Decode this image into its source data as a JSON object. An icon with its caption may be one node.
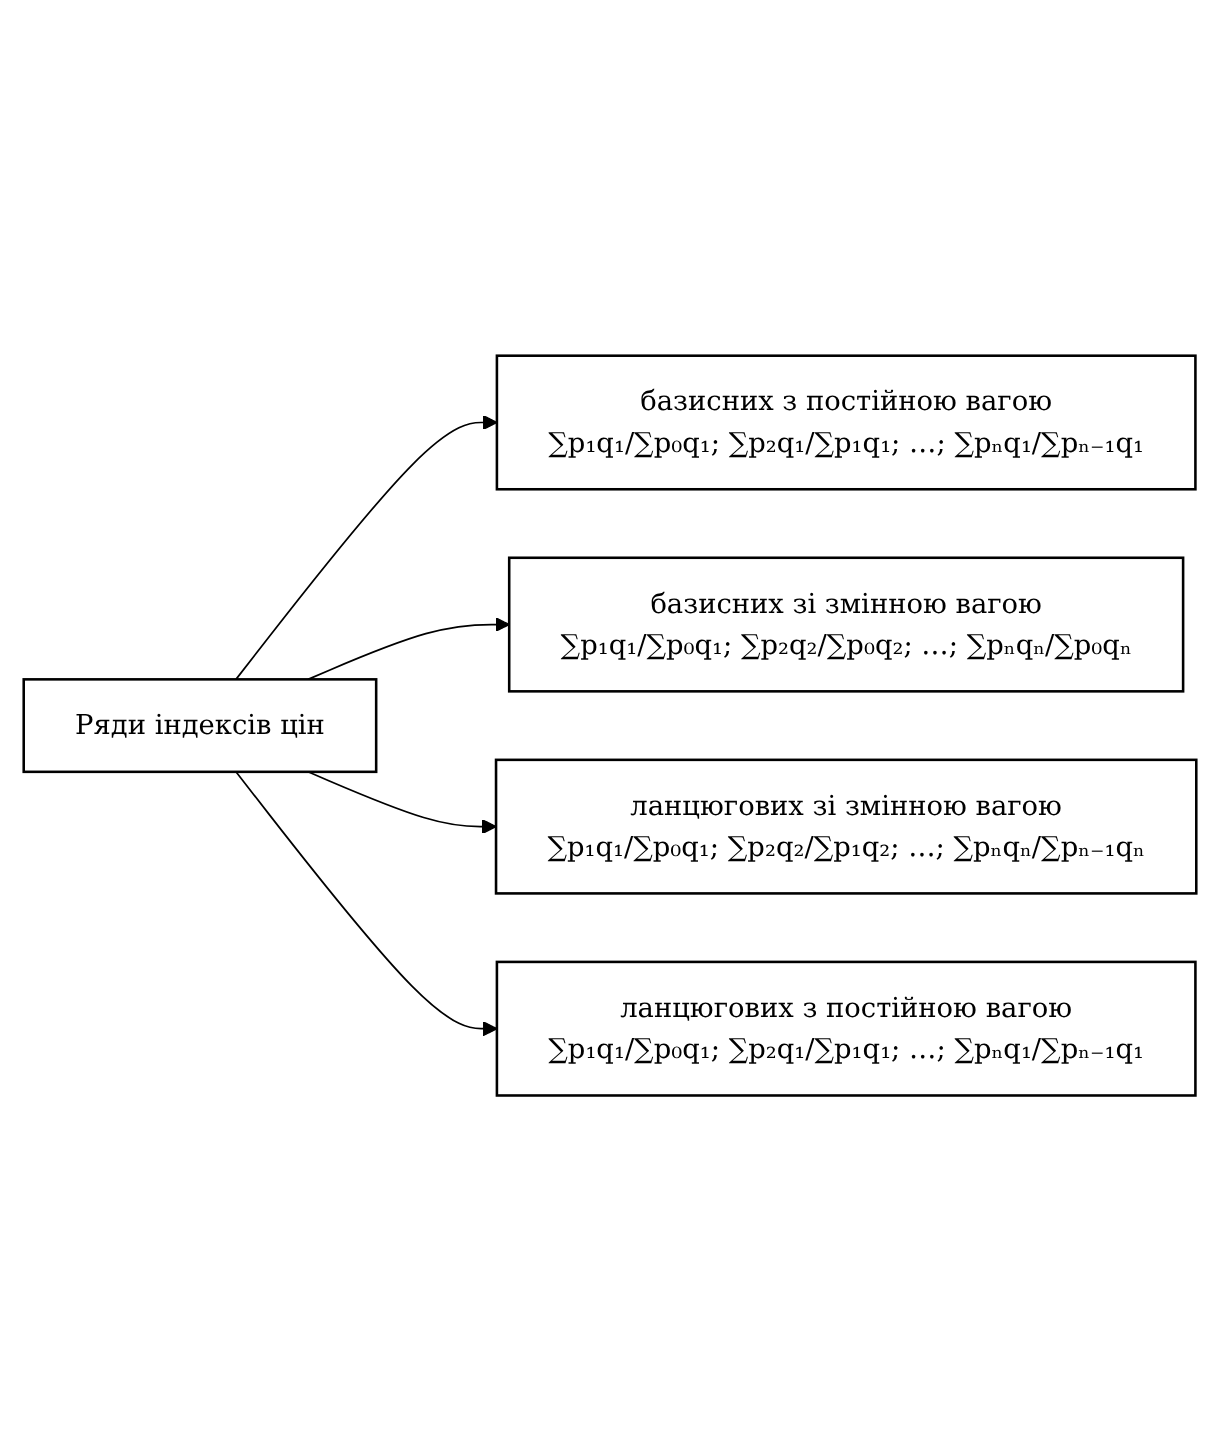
{
  "diagram": {
    "nodes": [
      {
        "text": [
          "Ряди індексів цін"
        ]
      },
      {
        "text": [
          "базисних з постійною вагою",
          "∑p₁q₁/∑p₀q₁;  ∑p₂q₁/∑p₁q₁;  …;  ∑pₙq₁/∑pₙ₋₁q₁"
        ]
      },
      {
        "text": [
          "базисних зі змінною вагою",
          "∑p₁q₁/∑p₀q₁;  ∑p₂q₂/∑p₀q₂;  …;  ∑pₙqₙ/∑p₀qₙ"
        ]
      },
      {
        "text": [
          "ланцюгових зі змінною вагою",
          "∑p₁q₁/∑p₀q₁;  ∑p₂q₂/∑p₁q₂;  …;  ∑pₙqₙ/∑pₙ₋₁qₙ"
        ]
      },
      {
        "text": [
          "ланцюгових з постійною вагою",
          "∑p₁q₁/∑p₀q₁;  ∑p₂q₁/∑p₁q₁;  …;  ∑pₙq₁/∑pₙ₋₁q₁"
        ]
      }
    ],
    "edges": [
      {
        "from": 0,
        "to": 1,
        "arrow": "to"
      },
      {
        "from": 0,
        "to": 2,
        "arrow": "to"
      },
      {
        "from": 0,
        "to": 3,
        "arrow": "to"
      },
      {
        "from": 0,
        "to": 4,
        "arrow": "to"
      }
    ]
  }
}
